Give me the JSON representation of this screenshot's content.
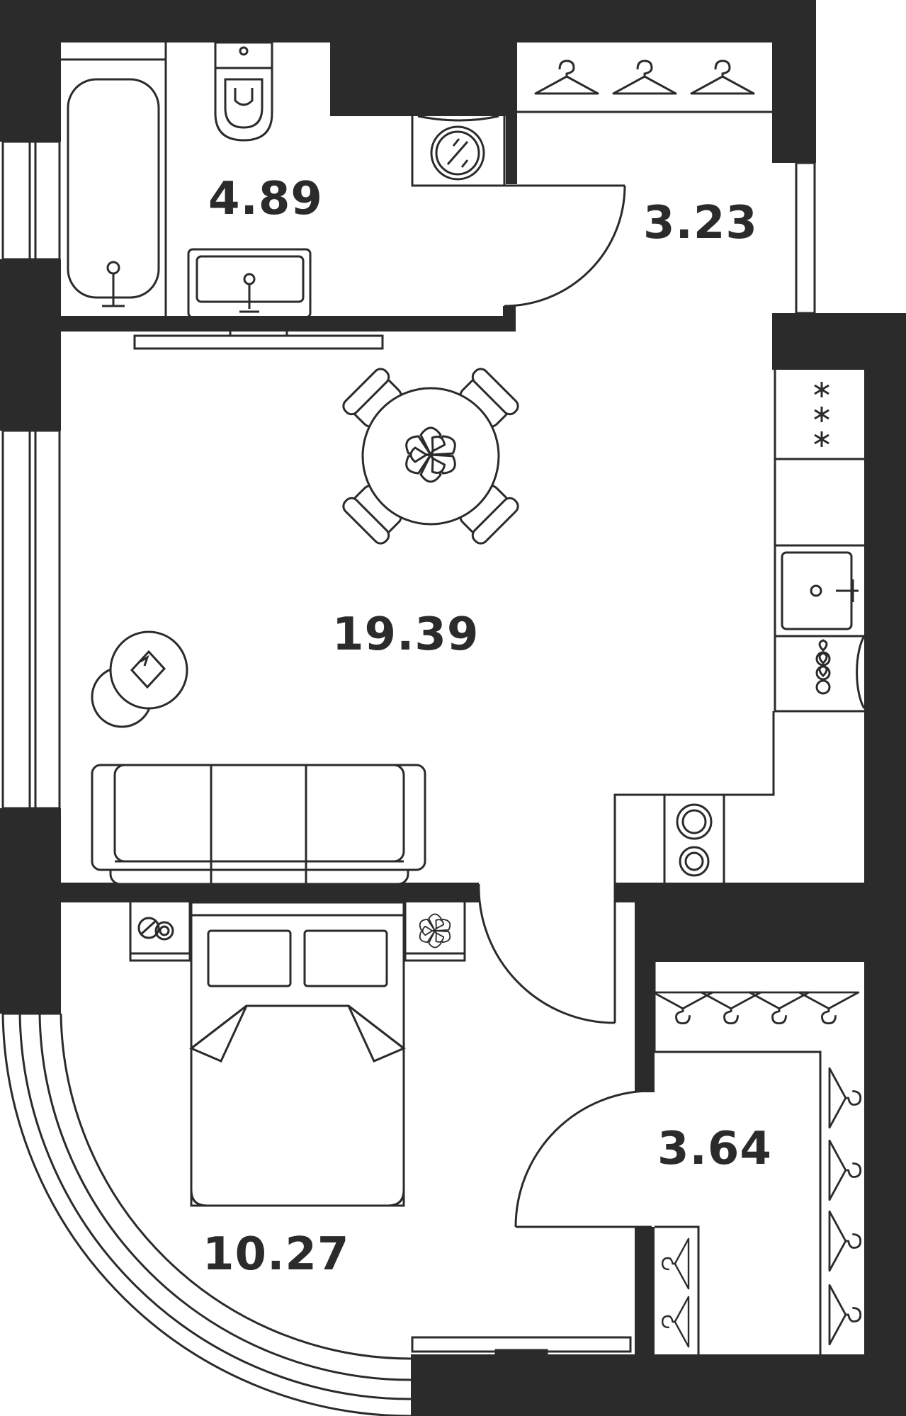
{
  "plan": {
    "colors": {
      "wall": "#2b2b2b",
      "line": "#2b2b2b",
      "background": "#ffffff"
    },
    "rooms": [
      {
        "id": "bathroom",
        "area": "4.89"
      },
      {
        "id": "hallway",
        "area": "3.23"
      },
      {
        "id": "living-kitchen",
        "area": "19.39"
      },
      {
        "id": "wardrobe",
        "area": "3.64"
      },
      {
        "id": "bedroom",
        "area": "10.27"
      }
    ],
    "icons": [
      "bathtub-icon",
      "toilet-icon",
      "sink-icon",
      "washing-machine-icon",
      "hanger-icon",
      "dining-table-icon",
      "flower-icon",
      "coffee-table-icon",
      "sofa-icon",
      "cooktop-icon",
      "kitchen-sink-icon",
      "bed-icon",
      "nightstand-icon",
      "tv-icon",
      "door-arc-icon",
      "window-icon"
    ]
  }
}
